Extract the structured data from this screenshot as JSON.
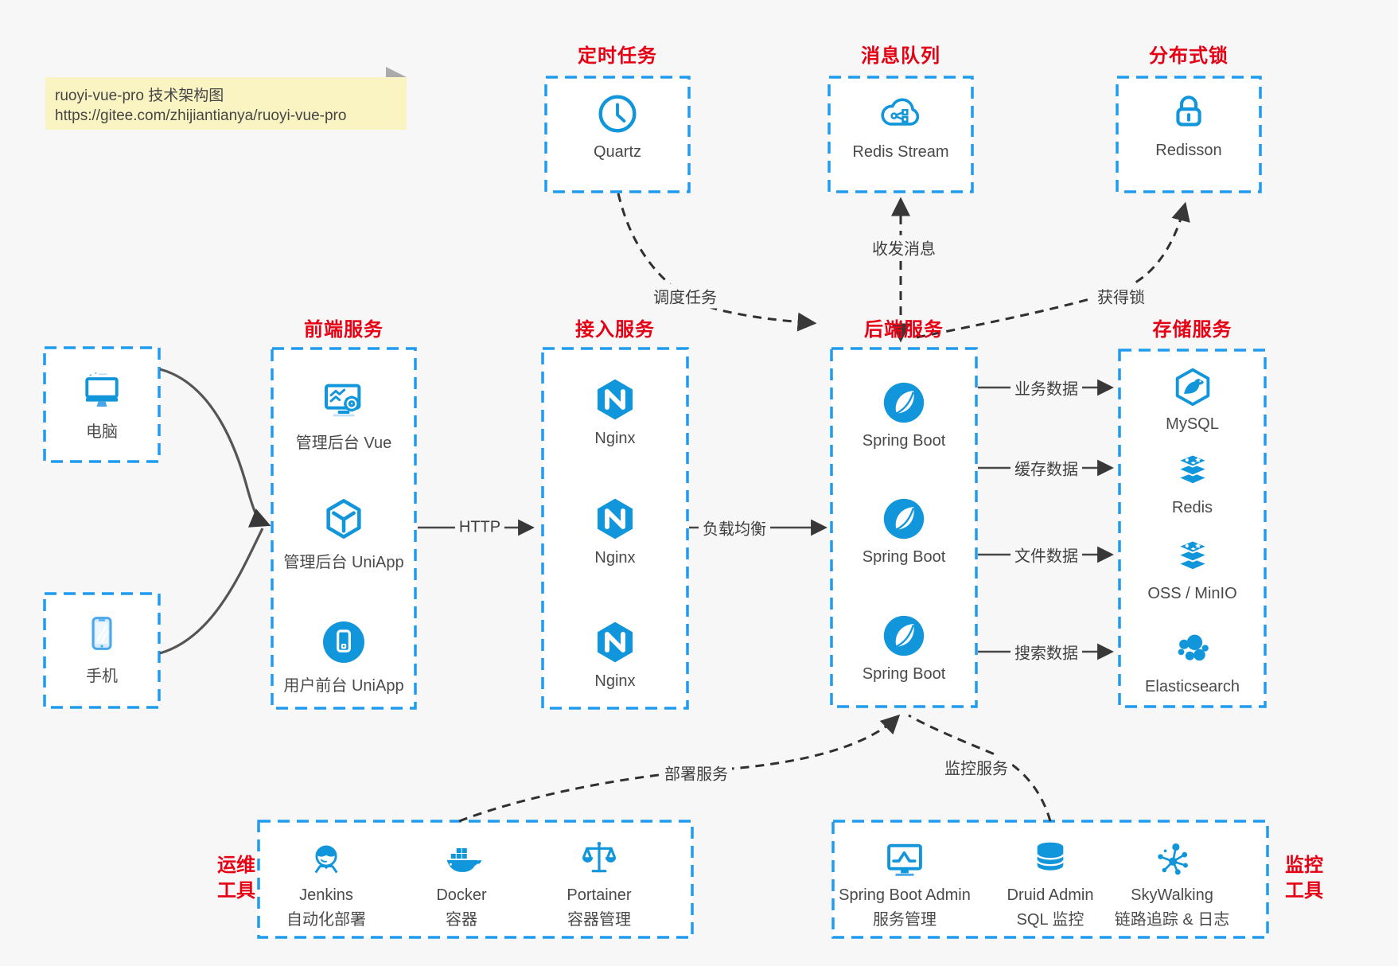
{
  "note": {
    "line1": "ruoyi-vue-pro 技术架构图",
    "line2": "https://gitee.com/zhijiantianya/ruoyi-vue-pro"
  },
  "colors": {
    "icon_blue": "#1296db",
    "box_border_blue": "#1f9bf0",
    "title_red": "#e60014",
    "line_dark": "#383838",
    "note_yellow": "#faf4c3",
    "page_background": "#f7f7f8"
  },
  "groups": {
    "scheduler": {
      "title": "定时任务",
      "items": [
        {
          "label": "Quartz",
          "icon": "clock-icon"
        }
      ]
    },
    "mq": {
      "title": "消息队列",
      "items": [
        {
          "label": "Redis Stream",
          "icon": "cloud-network-icon"
        }
      ]
    },
    "lock": {
      "title": "分布式锁",
      "items": [
        {
          "label": "Redisson",
          "icon": "lock-icon"
        }
      ]
    },
    "clients": {
      "items": [
        {
          "label": "电脑",
          "icon": "desktop-icon"
        },
        {
          "label": "手机",
          "icon": "smartphone-icon"
        }
      ]
    },
    "frontend": {
      "title": "前端服务",
      "items": [
        {
          "label": "管理后台 Vue",
          "icon": "monitor-gear-icon"
        },
        {
          "label": "管理后台 UniApp",
          "icon": "uniapp-cube-icon"
        },
        {
          "label": "用户前台 UniApp",
          "icon": "mobile-app-icon"
        }
      ]
    },
    "gateway": {
      "title": "接入服务",
      "items": [
        {
          "label": "Nginx",
          "icon": "nginx-icon"
        },
        {
          "label": "Nginx",
          "icon": "nginx-icon"
        },
        {
          "label": "Nginx",
          "icon": "nginx-icon"
        }
      ]
    },
    "backend": {
      "title": "后端服务",
      "items": [
        {
          "label": "Spring Boot",
          "icon": "springboot-icon"
        },
        {
          "label": "Spring Boot",
          "icon": "springboot-icon"
        },
        {
          "label": "Spring Boot",
          "icon": "springboot-icon"
        }
      ]
    },
    "storage": {
      "title": "存储服务",
      "items": [
        {
          "label": "MySQL",
          "icon": "mysql-icon"
        },
        {
          "label": "Redis",
          "icon": "redis-icon"
        },
        {
          "label": "OSS / MinIO",
          "icon": "oss-minio-icon"
        },
        {
          "label": "Elasticsearch",
          "icon": "elasticsearch-icon"
        }
      ]
    },
    "ops": {
      "title_line1": "运维",
      "title_line2": "工具",
      "items": [
        {
          "name": "Jenkins",
          "desc": "自动化部署",
          "icon": "jenkins-icon"
        },
        {
          "name": "Docker",
          "desc": "容器",
          "icon": "docker-icon"
        },
        {
          "name": "Portainer",
          "desc": "容器管理",
          "icon": "portainer-icon"
        }
      ]
    },
    "monitoring": {
      "title_line1": "监控",
      "title_line2": "工具",
      "items": [
        {
          "name": "Spring Boot Admin",
          "desc": "服务管理",
          "icon": "springboot-admin-icon"
        },
        {
          "name": "Druid Admin",
          "desc": "SQL 监控",
          "icon": "druid-icon"
        },
        {
          "name": "SkyWalking",
          "desc": "链路追踪 & 日志",
          "icon": "skywalking-icon"
        }
      ]
    }
  },
  "edges": {
    "http": "HTTP",
    "load_balance": "负载均衡",
    "schedule": "调度任务",
    "message": "收发消息",
    "acquire_lock": "获得锁",
    "business_data": "业务数据",
    "cache_data": "缓存数据",
    "file_data": "文件数据",
    "search_data": "搜索数据",
    "deploy": "部署服务",
    "monitor": "监控服务"
  }
}
